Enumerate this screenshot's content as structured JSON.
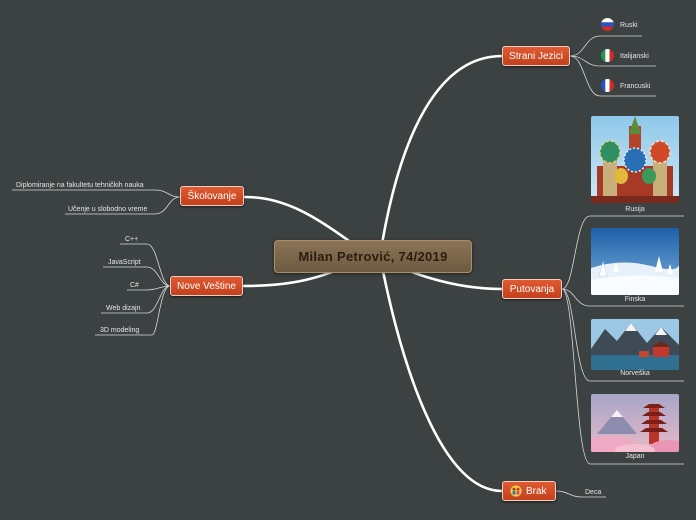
{
  "central": {
    "title": "Milan Petrović, 74/2019"
  },
  "strani_jezici": {
    "label": "Strani Jezici",
    "items": [
      {
        "label": "Ruski",
        "flag": "russia"
      },
      {
        "label": "Italijanski",
        "flag": "italy"
      },
      {
        "label": "Francuski",
        "flag": "france"
      }
    ]
  },
  "skolovanje": {
    "label": "Školovanje",
    "items": [
      {
        "label": "Diplomiranje na fakultetu tehničkih nauka"
      },
      {
        "label": "Učenje u slobodno vreme"
      }
    ]
  },
  "nove_vestine": {
    "label": "Nove Veštine",
    "items": [
      {
        "label": "C++"
      },
      {
        "label": "JavaScript"
      },
      {
        "label": "C#"
      },
      {
        "label": "Web dizajn"
      },
      {
        "label": "3D modeling"
      }
    ]
  },
  "putovanja": {
    "label": "Putovanja",
    "items": [
      {
        "label": "Rusija",
        "image": "st-basils-cathedral"
      },
      {
        "label": "Finska",
        "image": "snowy-forest"
      },
      {
        "label": "Norveška",
        "image": "fjord-village"
      },
      {
        "label": "Japan",
        "image": "pagoda-mount-fuji"
      }
    ]
  },
  "brak": {
    "label": "Brak",
    "icon": "family-icon",
    "items": [
      {
        "label": "Deca"
      }
    ]
  },
  "colors": {
    "background": "#3c4141",
    "topic": "#d24e28",
    "central": "#7a6448",
    "connector": "#ffffff"
  }
}
